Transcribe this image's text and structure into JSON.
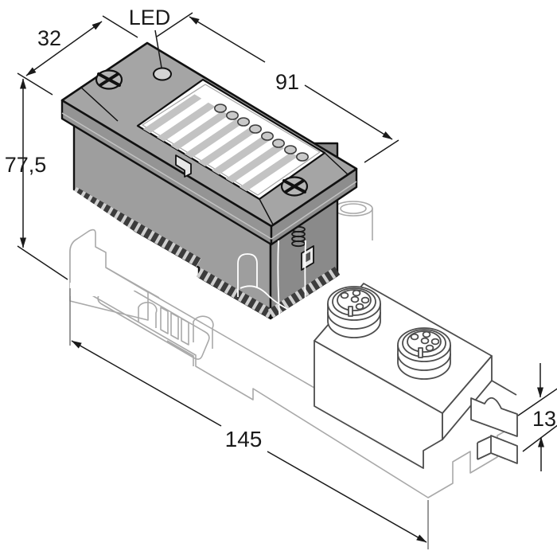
{
  "drawing": {
    "annotations": {
      "led_label": "LED",
      "width": "32",
      "depth": "91",
      "height": "77,5",
      "length": "145",
      "foot_height": "13"
    },
    "colors": {
      "module_top": "#a5a5a5",
      "module_front": "#949494",
      "module_side": "#8a8a8a",
      "outline": "#111111",
      "base_line": "#a9a9a9",
      "connector_line": "#4d4d4d",
      "label_stripe": "#c3c3c3",
      "contact_band": "#3c3c3c",
      "dimension": "#1a1a1a"
    },
    "features": {
      "label_strips": 8,
      "channel_leds": 8,
      "screws": 2,
      "m12_connectors": 2,
      "connector_pins": 5
    }
  }
}
